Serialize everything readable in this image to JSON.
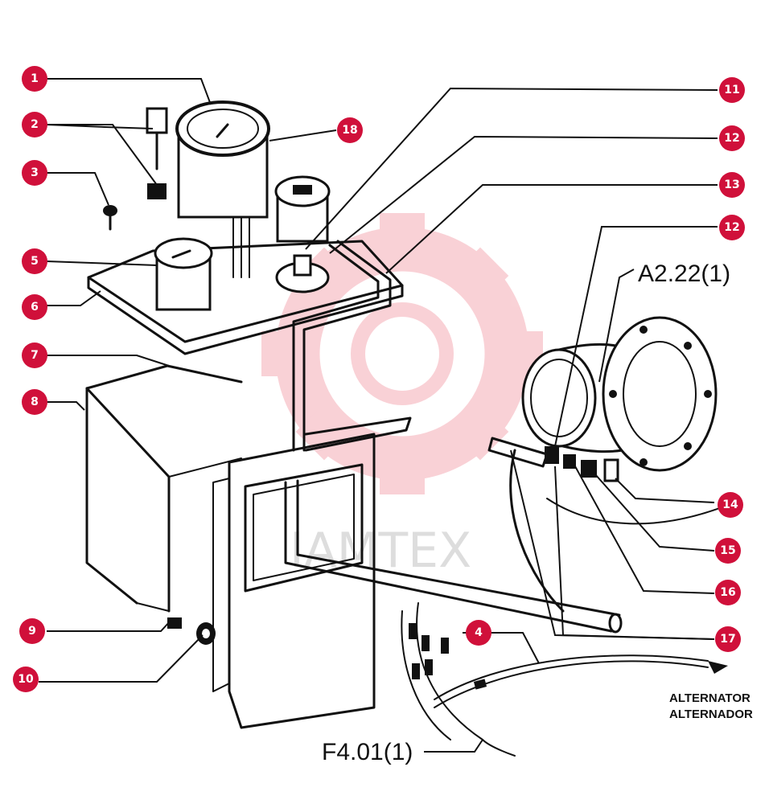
{
  "callouts": [
    "1",
    "2",
    "3",
    "5",
    "6",
    "7",
    "8",
    "9",
    "10",
    "11",
    "12",
    "13",
    "12",
    "4",
    "14",
    "15",
    "16",
    "17",
    "18"
  ],
  "references": {
    "top_right": "A2.22(1)",
    "bottom": "F4.01(1)"
  },
  "alternator_note": {
    "line1": "ALTERNATOR",
    "line2": "ALTERNADOR"
  },
  "watermark": "IAMTEX",
  "colors": {
    "callout_fill": "#d0103a",
    "callout_text": "#ffffff",
    "line_art": "#111111",
    "watermark_gear": "#f4b9c0"
  }
}
